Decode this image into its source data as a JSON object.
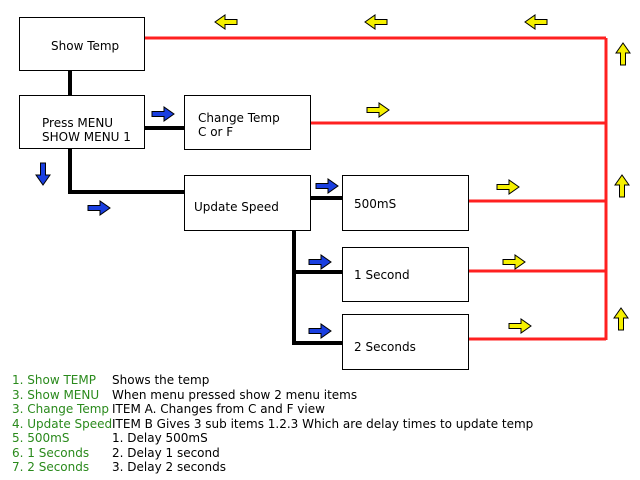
{
  "boxes": {
    "show_temp": "Show Temp",
    "press_menu_line1": "Press MENU",
    "press_menu_line2": "SHOW MENU 1",
    "change_temp_line1": "Change Temp",
    "change_temp_line2": "C or F",
    "update_speed": "Update Speed",
    "opt_500ms": "500mS",
    "opt_1s": "1 Second",
    "opt_2s": "2 Seconds"
  },
  "legend": [
    {
      "num": "1. Show TEMP",
      "desc": "Shows the temp"
    },
    {
      "num": "3. Show MENU",
      "desc": "When menu pressed show 2 menu items"
    },
    {
      "num": "3. Change Temp",
      "desc": "ITEM A. Changes from C and F view"
    },
    {
      "num": "4. Update Speed",
      "desc": "ITEM B Gives 3 sub items 1.2.3 Which are delay times to update temp"
    },
    {
      "num": "5. 500mS",
      "desc": "1. Delay 500mS"
    },
    {
      "num": "6. 1 Seconds",
      "desc": "2. Delay 1 second"
    },
    {
      "num": "7. 2 Seconds",
      "desc": "3. Delay 2 seconds"
    }
  ],
  "colors": {
    "return_line": "#ff2020",
    "flow_line": "#000000",
    "forward_arrow": "#1a3fe0",
    "return_arrow": "#f5f000",
    "legend_number": "#2a8a1c"
  }
}
